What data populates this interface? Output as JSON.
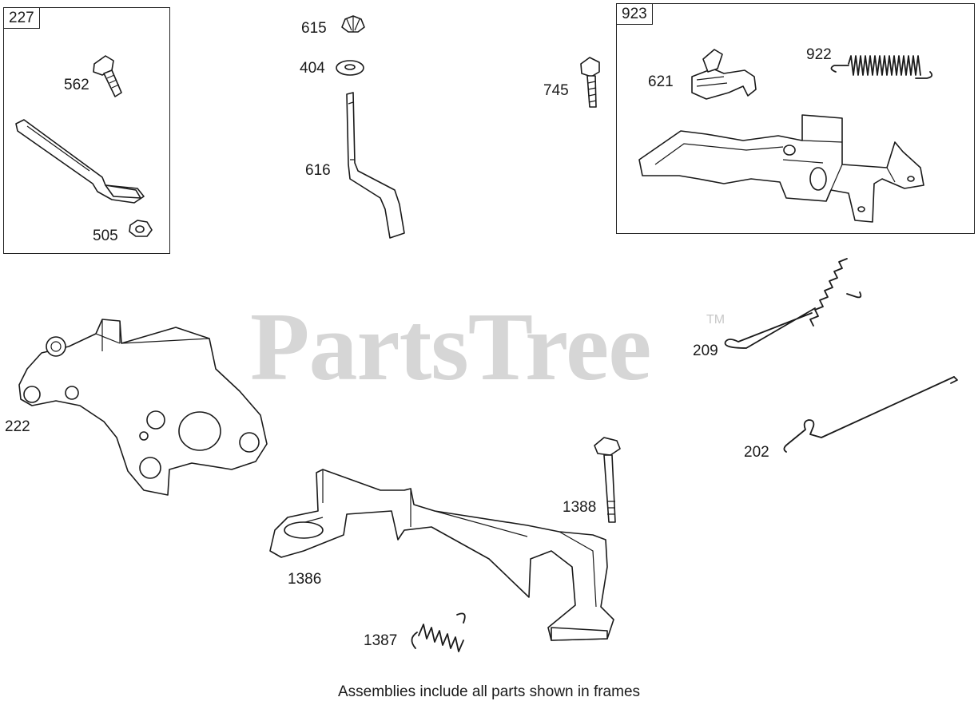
{
  "diagram": {
    "frames": [
      {
        "id": "frame-227",
        "label": "227"
      },
      {
        "id": "frame-923",
        "label": "923"
      }
    ],
    "callouts": {
      "p562": "562",
      "p505": "505",
      "p615": "615",
      "p404": "404",
      "p616": "616",
      "p745": "745",
      "p621": "621",
      "p922": "922",
      "p209": "209",
      "p202": "202",
      "p222": "222",
      "p1386": "1386",
      "p1388": "1388",
      "p1387": "1387"
    },
    "watermark": "PartsTree",
    "trademark": "TM",
    "footer": "Assemblies include all parts shown in frames"
  }
}
